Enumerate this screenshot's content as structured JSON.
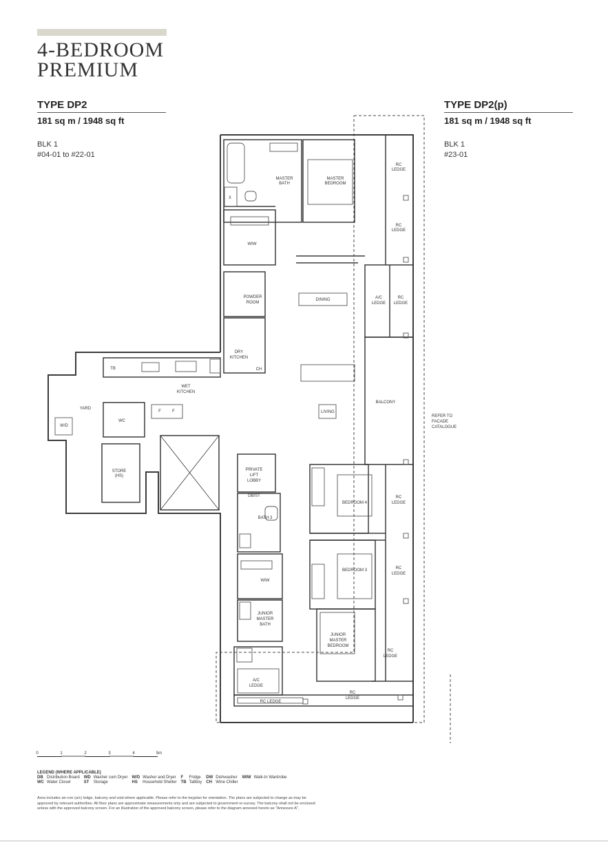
{
  "header": {
    "title_line1": "4-BEDROOM",
    "title_line2": "PREMIUM"
  },
  "left_type": {
    "name": "TYPE DP2",
    "area": "181 sq m / 1948 sq ft",
    "blk": "BLK 1",
    "units": "#04-01 to #22-01"
  },
  "right_type": {
    "name": "TYPE DP2(p)",
    "area": "181 sq m / 1948 sq ft",
    "blk": "BLK 1",
    "units": "#23-01"
  },
  "rooms": {
    "master_bath": [
      "MASTER",
      "BATH"
    ],
    "master_bedroom": [
      "MASTER",
      "BEDROOM"
    ],
    "rc_ledge": [
      "RC",
      "LEDGE"
    ],
    "ac_ledge": [
      "A/C",
      "LEDGE"
    ],
    "wiw": "WIW",
    "powder_room": [
      "POWDER",
      "ROOM"
    ],
    "dining": "DINING",
    "dry_kitchen": [
      "DRY",
      "KITCHEN"
    ],
    "ch": "CH",
    "tb": "TB",
    "wet_kitchen": [
      "WET",
      "KITCHEN"
    ],
    "yard": "YARD",
    "wd": "W/D",
    "wc": "WC",
    "f": "F",
    "store": [
      "STORE",
      "(HS)"
    ],
    "living": "LIVING",
    "balcony": "BALCONY",
    "private_lift_lobby": [
      "PRIVATE",
      "LIFT",
      "LOBBY"
    ],
    "dbst": "DB/ST",
    "bath3": "BATH 3",
    "bedroom4": "BEDROOM 4",
    "bedroom3": "BEDROOM 3",
    "junior_master_bath": [
      "JUNIOR",
      "MASTER",
      "BATH"
    ],
    "junior_master_bedroom": [
      "JUNIOR",
      "MASTER",
      "BEDROOM"
    ],
    "rc_ledge_single": "RC LEDGE",
    "x": "X",
    "facade_note": [
      "REFER TO",
      "FACADE",
      "CATALOGUE"
    ]
  },
  "scale": {
    "ticks": [
      "0",
      "1",
      "2",
      "3",
      "4",
      "5m"
    ]
  },
  "legend": {
    "heading": "LEGEND (WHERE APPLICABLE)",
    "rows": [
      [
        [
          "DB",
          "Distribution Board"
        ],
        [
          "WD",
          "Washer cum Dryer"
        ],
        [
          "W/D",
          "Washer and Dryer"
        ],
        [
          "F",
          "Fridge"
        ],
        [
          "DW",
          "Dishwasher"
        ],
        [
          "WIW",
          "Walk-In Wardrobe"
        ]
      ],
      [
        [
          "WC",
          "Water Closet"
        ],
        [
          "ST",
          "Storage"
        ],
        [
          "HS",
          "Household Shelter"
        ],
        [
          "TB",
          "Tallboy"
        ],
        [
          "CH",
          "Wine Chiller"
        ],
        [
          "",
          ""
        ]
      ]
    ]
  },
  "notes": {
    "line1": "Area includes air-con (a/c) ledge, balcony and void where applicable. Please refer to the keyplan for orientation. The plans are subjected to change as may be",
    "line2": "approved by relevant authorities. All floor plans are approximate measurements only and are subjected to government re-survey. The balcony shall not be enclosed",
    "line3": "unless with the approved balcony screen. For an illustration of the approved balcony screen, please refer to the diagram annexed hereto as \"Annexure A\"."
  },
  "colors": {
    "accent_bar": "#d8d8cc",
    "wall": "#3a3a3a",
    "text": "#222222"
  }
}
